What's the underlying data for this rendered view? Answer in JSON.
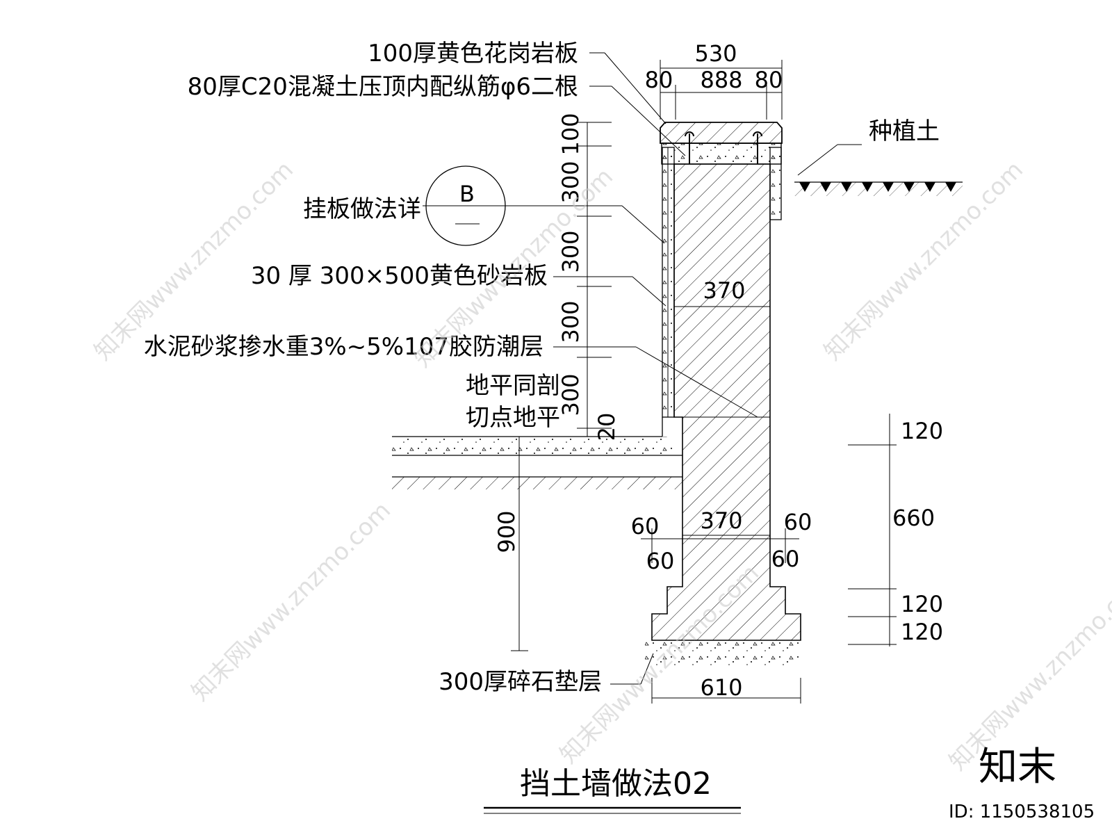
{
  "labels": {
    "granite_cap": "100厚黄色花岗岩板",
    "concrete_coping": "80厚C20混凝土压顶内配纵筋φ6二根",
    "panel_detail": "挂板做法详",
    "detail_ref": "B",
    "sandstone": "30 厚 300×500黄色砂岩板",
    "damp_proof": "水泥砂浆掺水重3%~5%107胶防潮层",
    "ground_line_1": "地平同剖",
    "ground_line_2": "切点地平",
    "planting_soil": "种植土",
    "gravel": "300厚碎石垫层"
  },
  "dimensions": {
    "top_total": "530",
    "top_left": "80",
    "top_mid": "888",
    "top_right": "80",
    "v_100": "100",
    "v_300_a": "300",
    "v_300_b": "300",
    "v_300_c": "300",
    "v_300_d": "300",
    "v_20": "20",
    "v_900": "900",
    "wall_width_upper": "370",
    "wall_width_lower": "370",
    "step_l_60a": "60",
    "step_l_60b": "60",
    "step_r_60a": "60",
    "step_r_60b": "60",
    "base_width": "610",
    "r_120_top": "120",
    "r_660": "660",
    "r_120_mid": "120",
    "r_120_bot": "120"
  },
  "title": "挡土墙做法02",
  "watermark": {
    "text": "知末网www.znzmo.com",
    "logo": "知末",
    "id": "ID: 1150538105"
  }
}
